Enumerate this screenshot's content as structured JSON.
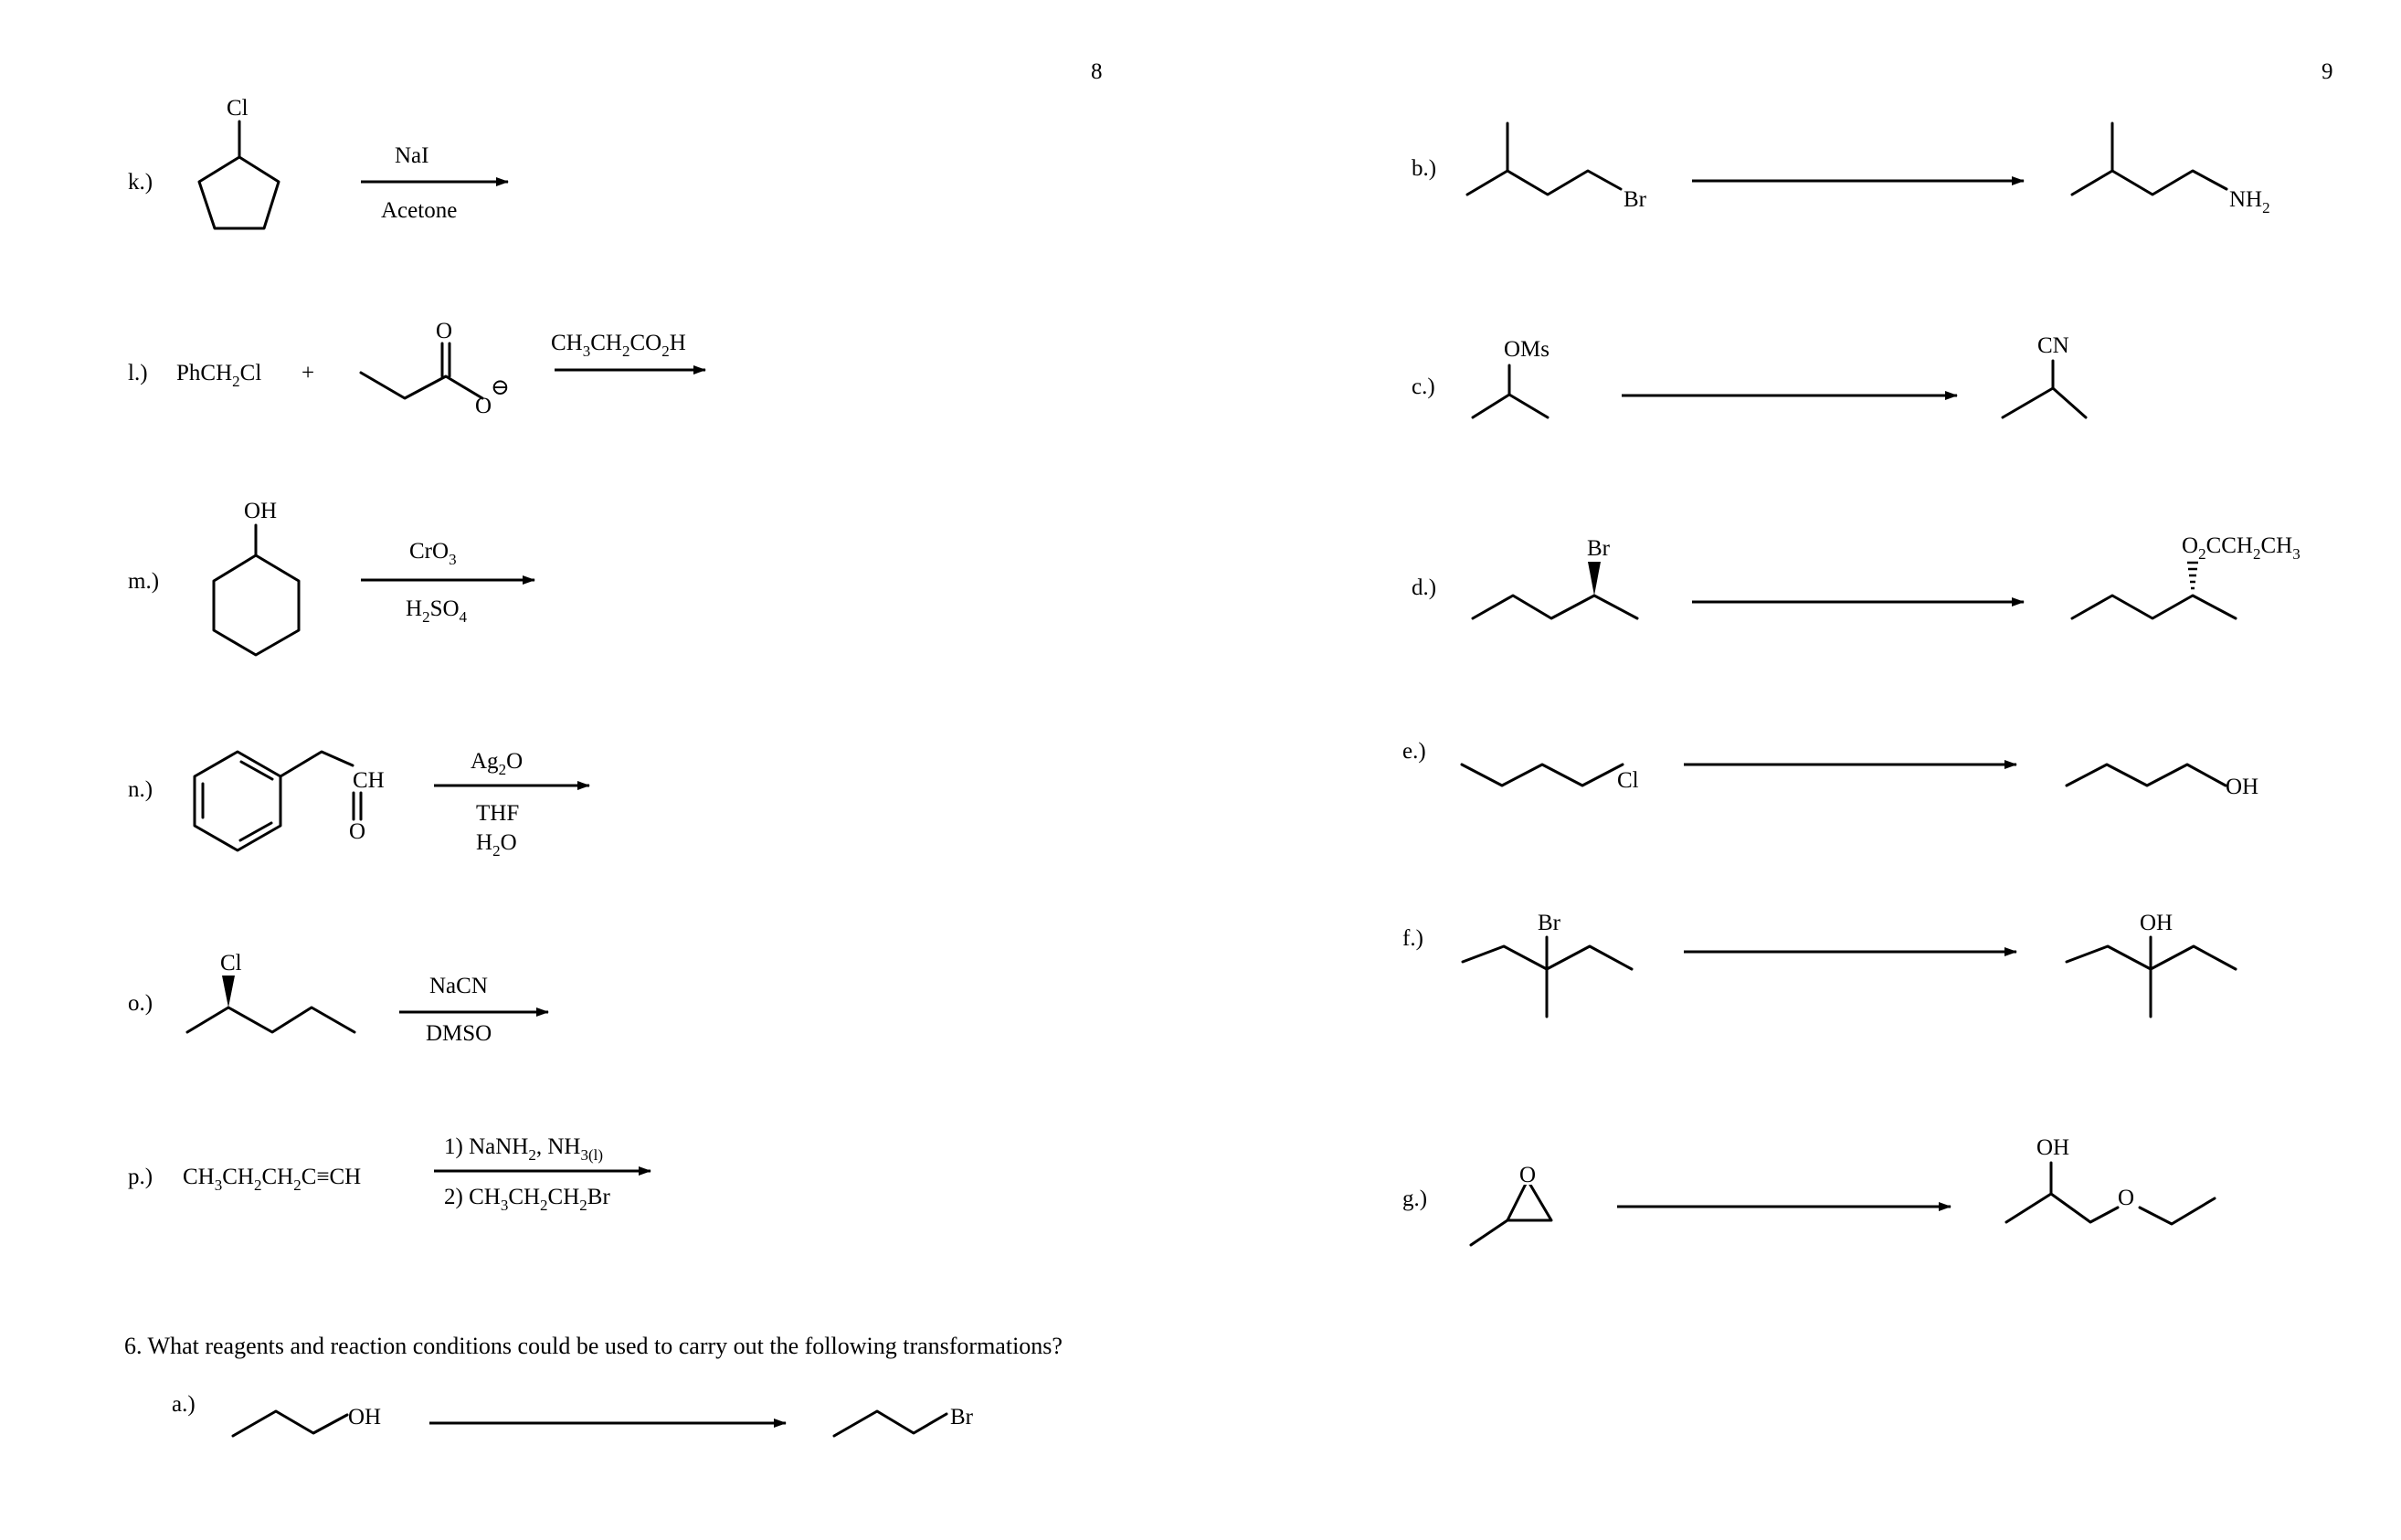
{
  "page_numbers": {
    "left": "8",
    "right": "9"
  },
  "left_column": {
    "k": {
      "label": "k.)",
      "substituent": "Cl",
      "reagent_top": "NaI",
      "reagent_bottom": "Acetone"
    },
    "l": {
      "label": "l.)",
      "reactant": "PhCH",
      "reactant_sub": "2",
      "reactant_end": "Cl",
      "plus": "+",
      "carbonyl_o": "O",
      "carboxylate_o": "O",
      "charge": "⊖",
      "solvent": [
        "CH",
        "3",
        "CH",
        "2",
        "CO",
        "2",
        "H"
      ]
    },
    "m": {
      "label": "m.)",
      "substituent": "OH",
      "reagent_top": "CrO",
      "reagent_top_sub": "3",
      "reagent_bottom": "H",
      "reagent_bottom_sub1": "2",
      "reagent_bottom_mid": "SO",
      "reagent_bottom_sub2": "4"
    },
    "n": {
      "label": "n.)",
      "aldehyde_ch": "CH",
      "aldehyde_o": "O",
      "reagent_top": "Ag",
      "reagent_top_sub": "2",
      "reagent_top_end": "O",
      "reagent_mid": "THF",
      "reagent_bottom": "H",
      "reagent_bottom_sub": "2",
      "reagent_bottom_end": "O"
    },
    "o": {
      "label": "o.)",
      "substituent": "Cl",
      "reagent_top": "NaCN",
      "reagent_bottom": "DMSO"
    },
    "p": {
      "label": "p.)",
      "reactant": [
        "CH",
        "3",
        "CH",
        "2",
        "CH",
        "2",
        "C≡CH"
      ],
      "step1": "1) NaNH",
      "step1_sub": "2",
      "step1_mid": ", NH",
      "step1_sub2": "3(l)",
      "step2": "2) CH",
      "step2_sub1": "3",
      "step2_mid": "CH",
      "step2_sub2": "2",
      "step2_mid2": "CH",
      "step2_sub3": "2",
      "step2_end": "Br"
    }
  },
  "question6": {
    "text": "6.  What reagents and reaction conditions could be used to carry out the following transformations?",
    "a": {
      "label": "a.)",
      "start_group": "OH",
      "end_group": "Br"
    }
  },
  "right_column": {
    "b": {
      "label": "b.)",
      "start_group": "Br",
      "end_group": "NH",
      "end_group_sub": "2"
    },
    "c": {
      "label": "c.)",
      "start_group": "OMs",
      "end_group": "CN"
    },
    "d": {
      "label": "d.)",
      "start_group": "Br",
      "end_group": [
        "O",
        "2",
        "CCH",
        "2",
        "CH",
        "3"
      ]
    },
    "e": {
      "label": "e.)",
      "start_group": "Cl",
      "end_group": "OH"
    },
    "f": {
      "label": "f.)",
      "start_group": "Br",
      "end_group": "OH"
    },
    "g": {
      "label": "g.)",
      "start_group": "O",
      "end_group": "OH",
      "ether_o": "O"
    }
  }
}
